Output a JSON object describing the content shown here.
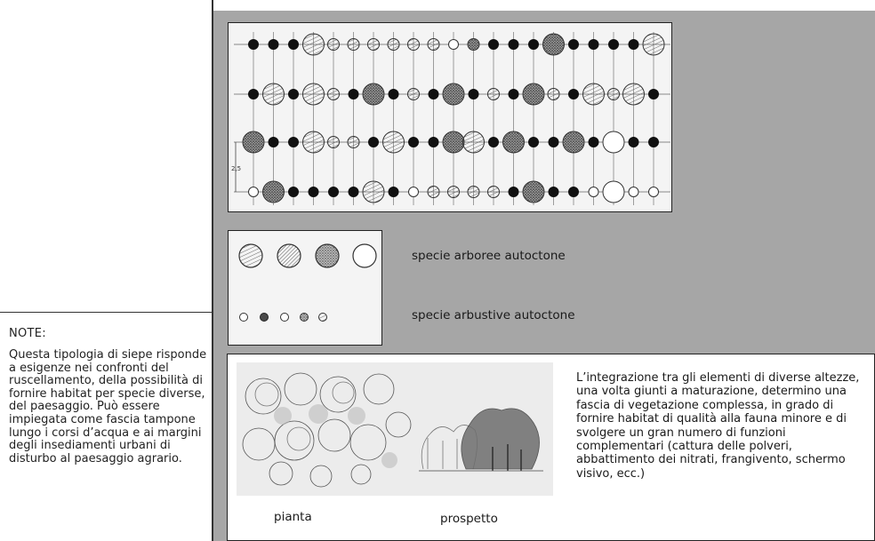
{
  "notes": {
    "title": "NOTE:",
    "body": "Questa tipologia di siepe risponde a esigenze nei confronti del ruscellamento, della possibilità di fornire habitat per specie diverse, del paesaggio. Può essere impiegata come fascia tampone lungo i corsi d’acqua e ai margini degli insediamenti urbani di disturbo al paesaggio agrario."
  },
  "plan": {
    "dimension_label": "2,5"
  },
  "legend": {
    "trees_label": "specie arboree autoctone",
    "shrubs_label": "specie arbustive autoctone"
  },
  "illustration": {
    "pianta_label": "pianta",
    "prospetto_label": "prospetto"
  },
  "description": "L’integrazione tra gli elementi di diverse altezze, una volta giunti a maturazione, determino una fascia di vegetazione complessa, in grado di fornire habitat di qualità alla fauna minore e di svolgere un gran numero di funzioni complementari (cattura delle polveri, abbattimento dei nitrati, frangivento, schermo visivo, ecc.)",
  "colors": {
    "panel_gray": "#a6a6a6",
    "box_fill": "#f4f4f4",
    "line": "#222222"
  }
}
